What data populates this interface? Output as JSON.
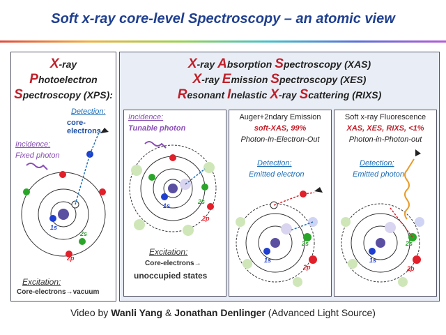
{
  "title": "Soft x-ray core-level Spectroscopy – an atomic view",
  "xps": {
    "line1_cap": "X",
    "line1_rest": "-ray",
    "line2_cap": "P",
    "line2_rest": "hotoelectron",
    "line3_cap": "S",
    "line3_rest": "pectroscopy (XPS):",
    "detection_label": "Detection:",
    "detection_value": "core-electrons",
    "incidence_label": "Incidence:",
    "incidence_value": "Fixed photon",
    "label_1s": "1s",
    "label_2s": "2s",
    "label_2p": "2p",
    "excitation_label": "Excitation:",
    "excitation_value": "Core-electrons→vacuum"
  },
  "right": {
    "xas_caps": [
      "X",
      "A",
      "S"
    ],
    "xas_rest": [
      "-ray ",
      "bsorption ",
      "pectroscopy (XAS)"
    ],
    "xes_caps": [
      "X",
      "E",
      "S"
    ],
    "xes_rest": [
      "-ray ",
      "mission ",
      "pectroscopy (XES)"
    ],
    "rixs_caps": [
      "R",
      "I",
      "X",
      "S"
    ],
    "rixs_rest": [
      "esonant ",
      "nelastic ",
      "-ray ",
      "cattering (RIXS)"
    ]
  },
  "incidence_panel": {
    "incidence_label": "Incidence:",
    "incidence_value": "Tunable photon",
    "label_1s": "1s",
    "label_2s": "2s",
    "label_2p": "2p",
    "excitation_label": "Excitation:",
    "excitation_value1": "Core-electrons→",
    "excitation_value2": "unoccupied states"
  },
  "auger_panel": {
    "title1": "Auger+2ndary Emission",
    "title2": "soft-XAS, 99%",
    "title3": "Photon-In-Electron-Out",
    "detection_label": "Detection:",
    "detection_value": "Emitted electron",
    "label_1s": "1s",
    "label_2s": "2s",
    "label_2p": "2p"
  },
  "fluor_panel": {
    "title1": "Soft x-ray Fluorescence",
    "title2": "XAS, XES, RIXS, <1%",
    "title3": "Photon-in-Photon-out",
    "detection_label": "Detection:",
    "detection_value": "Emitted photon",
    "label_1s": "1s",
    "label_2s": "2s",
    "label_2p": "2p"
  },
  "credit": {
    "prefix": "Video by ",
    "name1": "Wanli Yang",
    "amp": " & ",
    "name2": "Jonathan Denlinger",
    "suffix": " (Advanced Light Source)"
  },
  "colors": {
    "title": "#1f3f8f",
    "accent_red": "#c0202a",
    "electron_red": "#e0202a",
    "electron_green": "#2aa52a",
    "electron_blue": "#1f3fd0",
    "nucleus": "#5a4fa0",
    "detection": "#1f6fb8",
    "incidence": "#8a4fb5"
  }
}
